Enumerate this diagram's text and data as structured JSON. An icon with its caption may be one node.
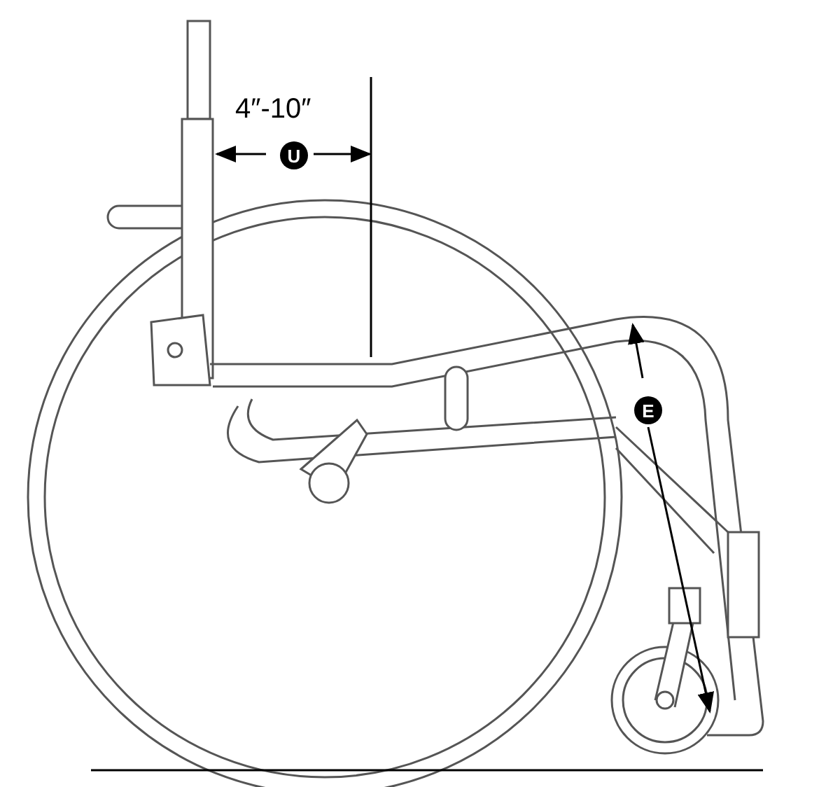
{
  "diagram": {
    "labels": [
      "4″-10″",
      "U",
      "E"
    ]
  }
}
